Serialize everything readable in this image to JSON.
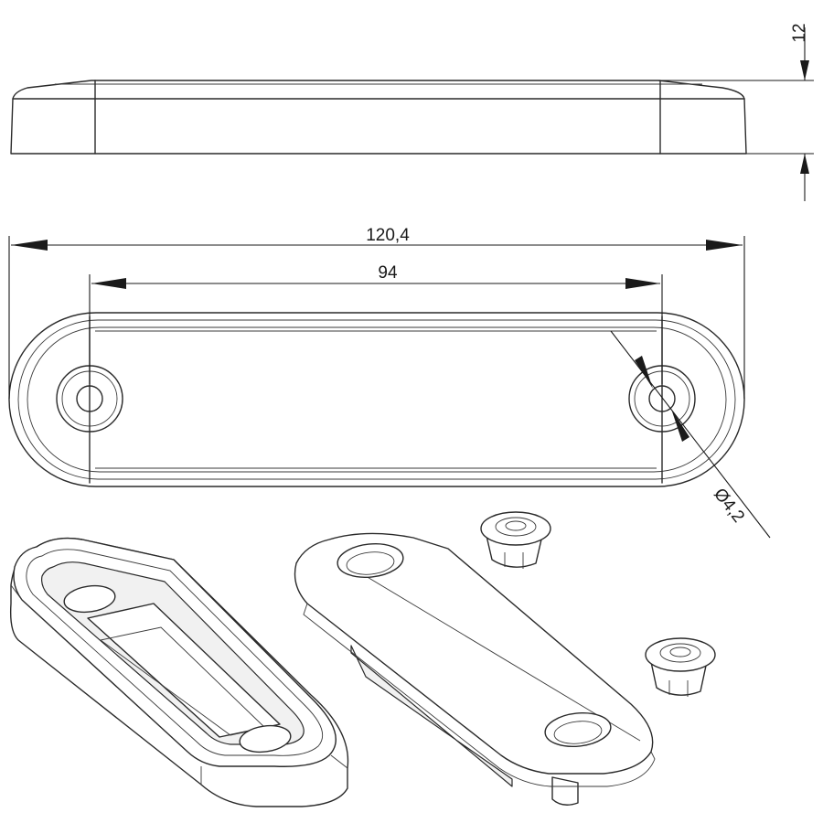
{
  "dimensions": {
    "height": "12",
    "overall_length": "120,4",
    "hole_spacing": "94",
    "hole_diameter": "Ø4,2"
  },
  "views": [
    "side-view",
    "top-view",
    "base-iso-view",
    "lens-iso-view",
    "plug-iso-view"
  ]
}
